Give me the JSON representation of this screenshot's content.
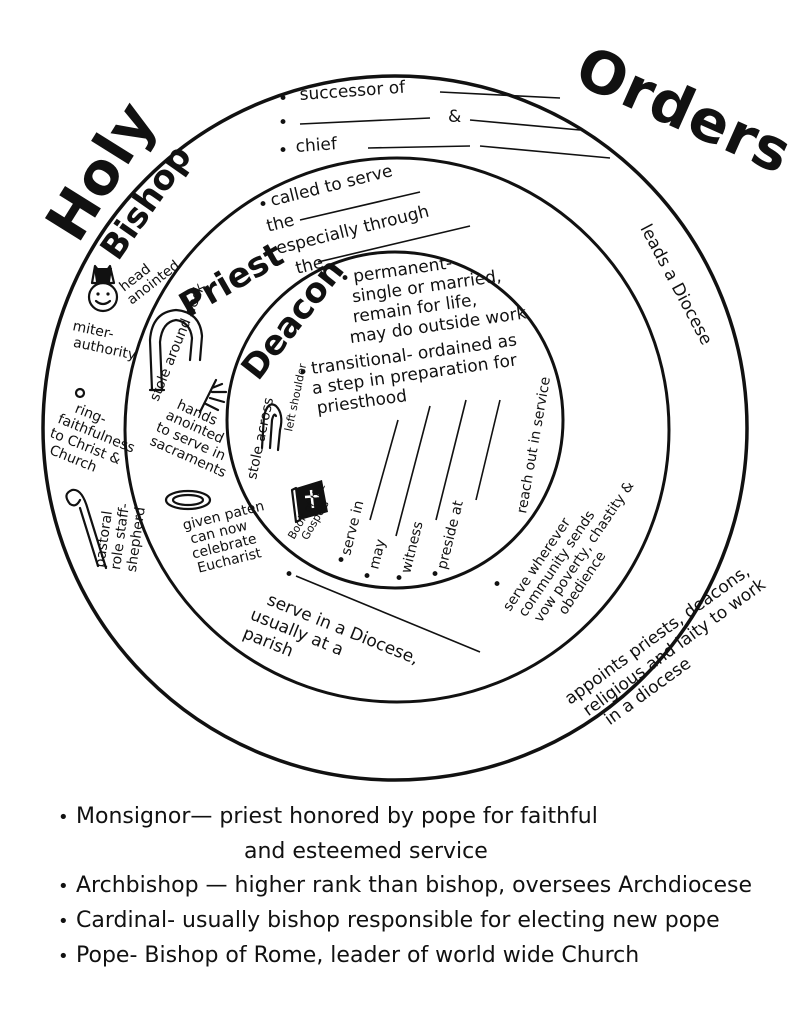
{
  "title": {
    "holy": "Holy",
    "orders": "Orders"
  },
  "bishop": {
    "label": "Bishop",
    "head_anointed": [
      "head",
      "anointed"
    ],
    "miter": [
      "miter-",
      "authority"
    ],
    "ring": [
      "ring-",
      "faithfulness",
      "to Christ &",
      "Church"
    ],
    "staff": [
      "pastoral",
      "role staff-",
      "shepherd"
    ],
    "notes": {
      "successor": "successor of",
      "and": "&",
      "chief": "chief",
      "leads": "leads a Diocese",
      "appoints": [
        "appoints priests, deacons,",
        "religious and laity to work",
        "in a diocese"
      ]
    }
  },
  "priest": {
    "label": "Priest",
    "stole": "stole around neck",
    "hands": [
      "hands",
      "anointed",
      "to serve in",
      "sacraments"
    ],
    "paten": [
      "given paten",
      "can now",
      "celebrate",
      "Eucharist"
    ],
    "notes": {
      "called": [
        "called to serve",
        "the",
        "especially through",
        "the"
      ],
      "diocese": [
        "serve in a Diocese,",
        "usually at a",
        "parish"
      ],
      "vows": [
        "serve wherever",
        "community sends",
        "vow poverty, chastity &",
        "obedience"
      ]
    }
  },
  "deacon": {
    "label": "Deacon",
    "stole": [
      "stole across",
      "left shoulder"
    ],
    "book": [
      "Book of the",
      "Gospels"
    ],
    "notes": {
      "permanent": [
        "permanent-",
        "single or married,",
        "remain for life,",
        "may do outside work"
      ],
      "transitional": [
        "transitional- ordained as",
        "a step in preparation for",
        "priesthood"
      ],
      "roles": [
        "serve in",
        "may",
        "witness",
        "preside at",
        "reach out in service"
      ]
    }
  },
  "facts": [
    {
      "lines": [
        "Monsignor— priest honored by pope for faithful",
        "and esteemed service"
      ]
    },
    {
      "lines": [
        "Archbishop — higher rank than bishop, oversees Archdiocese"
      ]
    },
    {
      "lines": [
        "Cardinal- usually bishop responsible for electing new pope"
      ]
    },
    {
      "lines": [
        "Pope- Bishop of Rome, leader of world wide Church"
      ]
    }
  ]
}
